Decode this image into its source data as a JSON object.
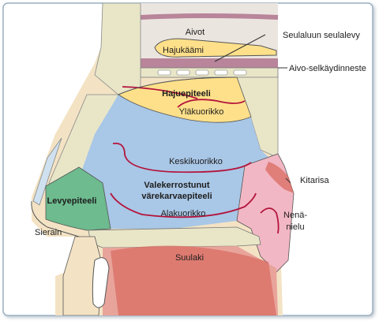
{
  "labels": {
    "aivot": "Aivot",
    "hajukaami": "Hajukäämi",
    "seulaluu": "Seulaluun seulalevy",
    "aivo_selkaydinneste": "Aivo-selkäydinneste",
    "hajuepiteeli": "Hajuepiteeli",
    "ylakuorikko": "Yläkuorikko",
    "keskikuorikko": "Keskikuorikko",
    "valekerrostunut_1": "Valekerrostunut",
    "valekerrostunut_2": "värekarvaepiteeli",
    "alakuorikko": "Alakuorikko",
    "levyepiteeli": "Levyepiteeli",
    "sierain": "Sierain",
    "kitarisa": "Kitarisa",
    "nenanielu_1": "Nenä-",
    "nenanielu_2": "nielu",
    "suulaki": "Suulaki"
  },
  "colors": {
    "frame_border": "#9ab0c4",
    "skin": "#f3e3c4",
    "bone": "#e9e6c8",
    "olfactory": "#ffe08a",
    "respiratory": "#a9c7e6",
    "squamous": "#6dbb8e",
    "pharynx_pink": "#f2b7c4",
    "palate_red": "#d9655a",
    "brain": "#ebe5df",
    "csf": "#b8859a",
    "outline": "#555555",
    "concha_line": "#b3143c"
  }
}
